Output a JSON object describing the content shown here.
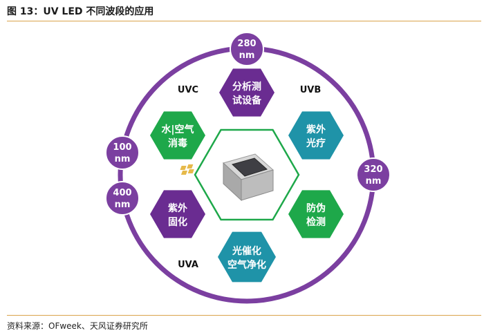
{
  "figure": {
    "title": "图 13：UV LED 不同波段的应用",
    "source": "资料来源：OFweek、天风证券研究所"
  },
  "bands": {
    "uvc": "UVC",
    "uvb": "UVB",
    "uva": "UVA"
  },
  "wavelengths": {
    "top": {
      "value": "280",
      "unit": "nm"
    },
    "right": {
      "value": "320",
      "unit": "nm"
    },
    "left_upper": {
      "value": "100",
      "unit": "nm"
    },
    "left_lower": {
      "value": "400",
      "unit": "nm"
    }
  },
  "applications": {
    "analysis": {
      "line1": "分析测",
      "line2": "试设备",
      "color": "#6a2c91"
    },
    "disinfection": {
      "line1": "水|空气",
      "line2": "消毒",
      "color": "#1ea84a"
    },
    "phototherapy": {
      "line1": "紫外",
      "line2": "光疗",
      "color": "#1f93a8"
    },
    "curing": {
      "line1": "紫外",
      "line2": "固化",
      "color": "#6a2c91"
    },
    "anticounterfeit": {
      "line1": "防伪",
      "line2": "检测",
      "color": "#1ea84a"
    },
    "photocatalyst": {
      "line1": "光催化",
      "line2": "空气净化",
      "color": "#1f93a8"
    }
  },
  "colors": {
    "ring": "#7b3fa0",
    "badge": "#7b3fa0",
    "center_outline": "#1ea84a",
    "rule": "#d9a24a"
  }
}
